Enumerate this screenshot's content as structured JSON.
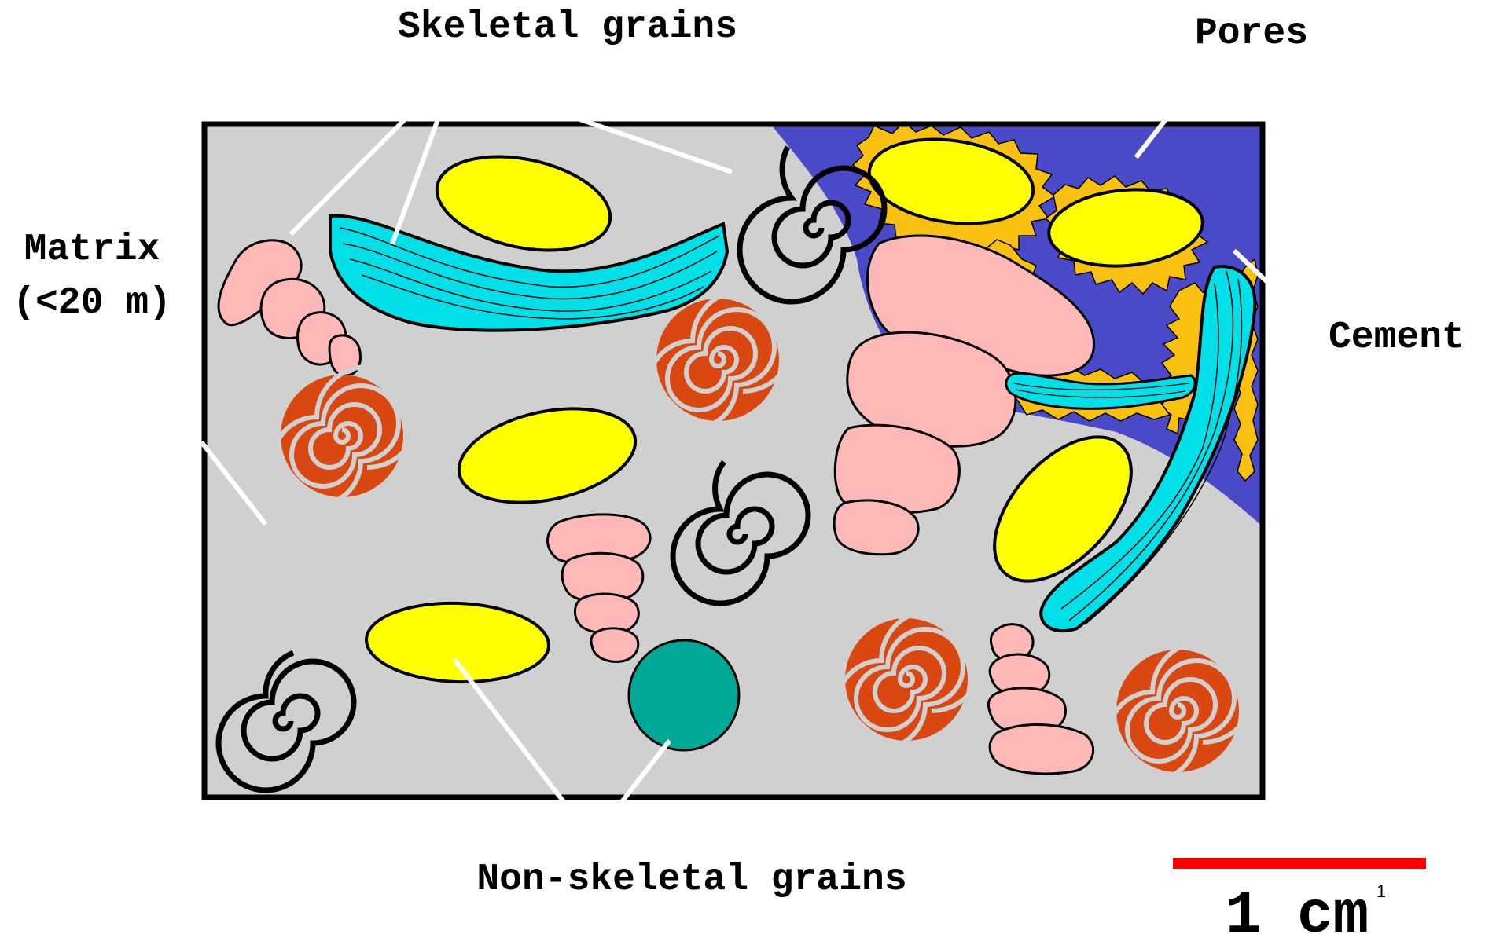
{
  "labels": {
    "skeletal": "Skeletal grains",
    "pores": "Pores",
    "matrix_line1": "Matrix",
    "matrix_line2": "(<20 m)",
    "cement": "Cement",
    "non_skeletal": "Non-skeletal grains",
    "scale": "1 cm",
    "page_number": "1"
  },
  "colors": {
    "matrix": "#d0d0d0",
    "pores": "#4a4ac8",
    "cement": "#f8c010",
    "ooid_yellow": "#ffff00",
    "bryozoan_pink": "#ffb8b8",
    "shell_cyan": "#00e0e8",
    "foram_orange": "#d84810",
    "peloid_teal": "#00a898",
    "leader": "#ffffff",
    "scale_bar": "#ff0000"
  }
}
